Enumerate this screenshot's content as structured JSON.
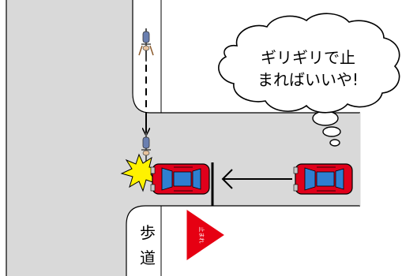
{
  "bubble": {
    "line1": "ギリギリで止",
    "line2": "まればいいや!"
  },
  "sidewalk": {
    "char1": "歩",
    "char2": "道"
  },
  "stop_sign": {
    "text": "止まれ"
  },
  "colors": {
    "road": "#d9d9d9",
    "car_body": "#e0001b",
    "car_glass": "#2f7fd1",
    "crash": "#fff200",
    "stop_sign": "#e60012"
  }
}
